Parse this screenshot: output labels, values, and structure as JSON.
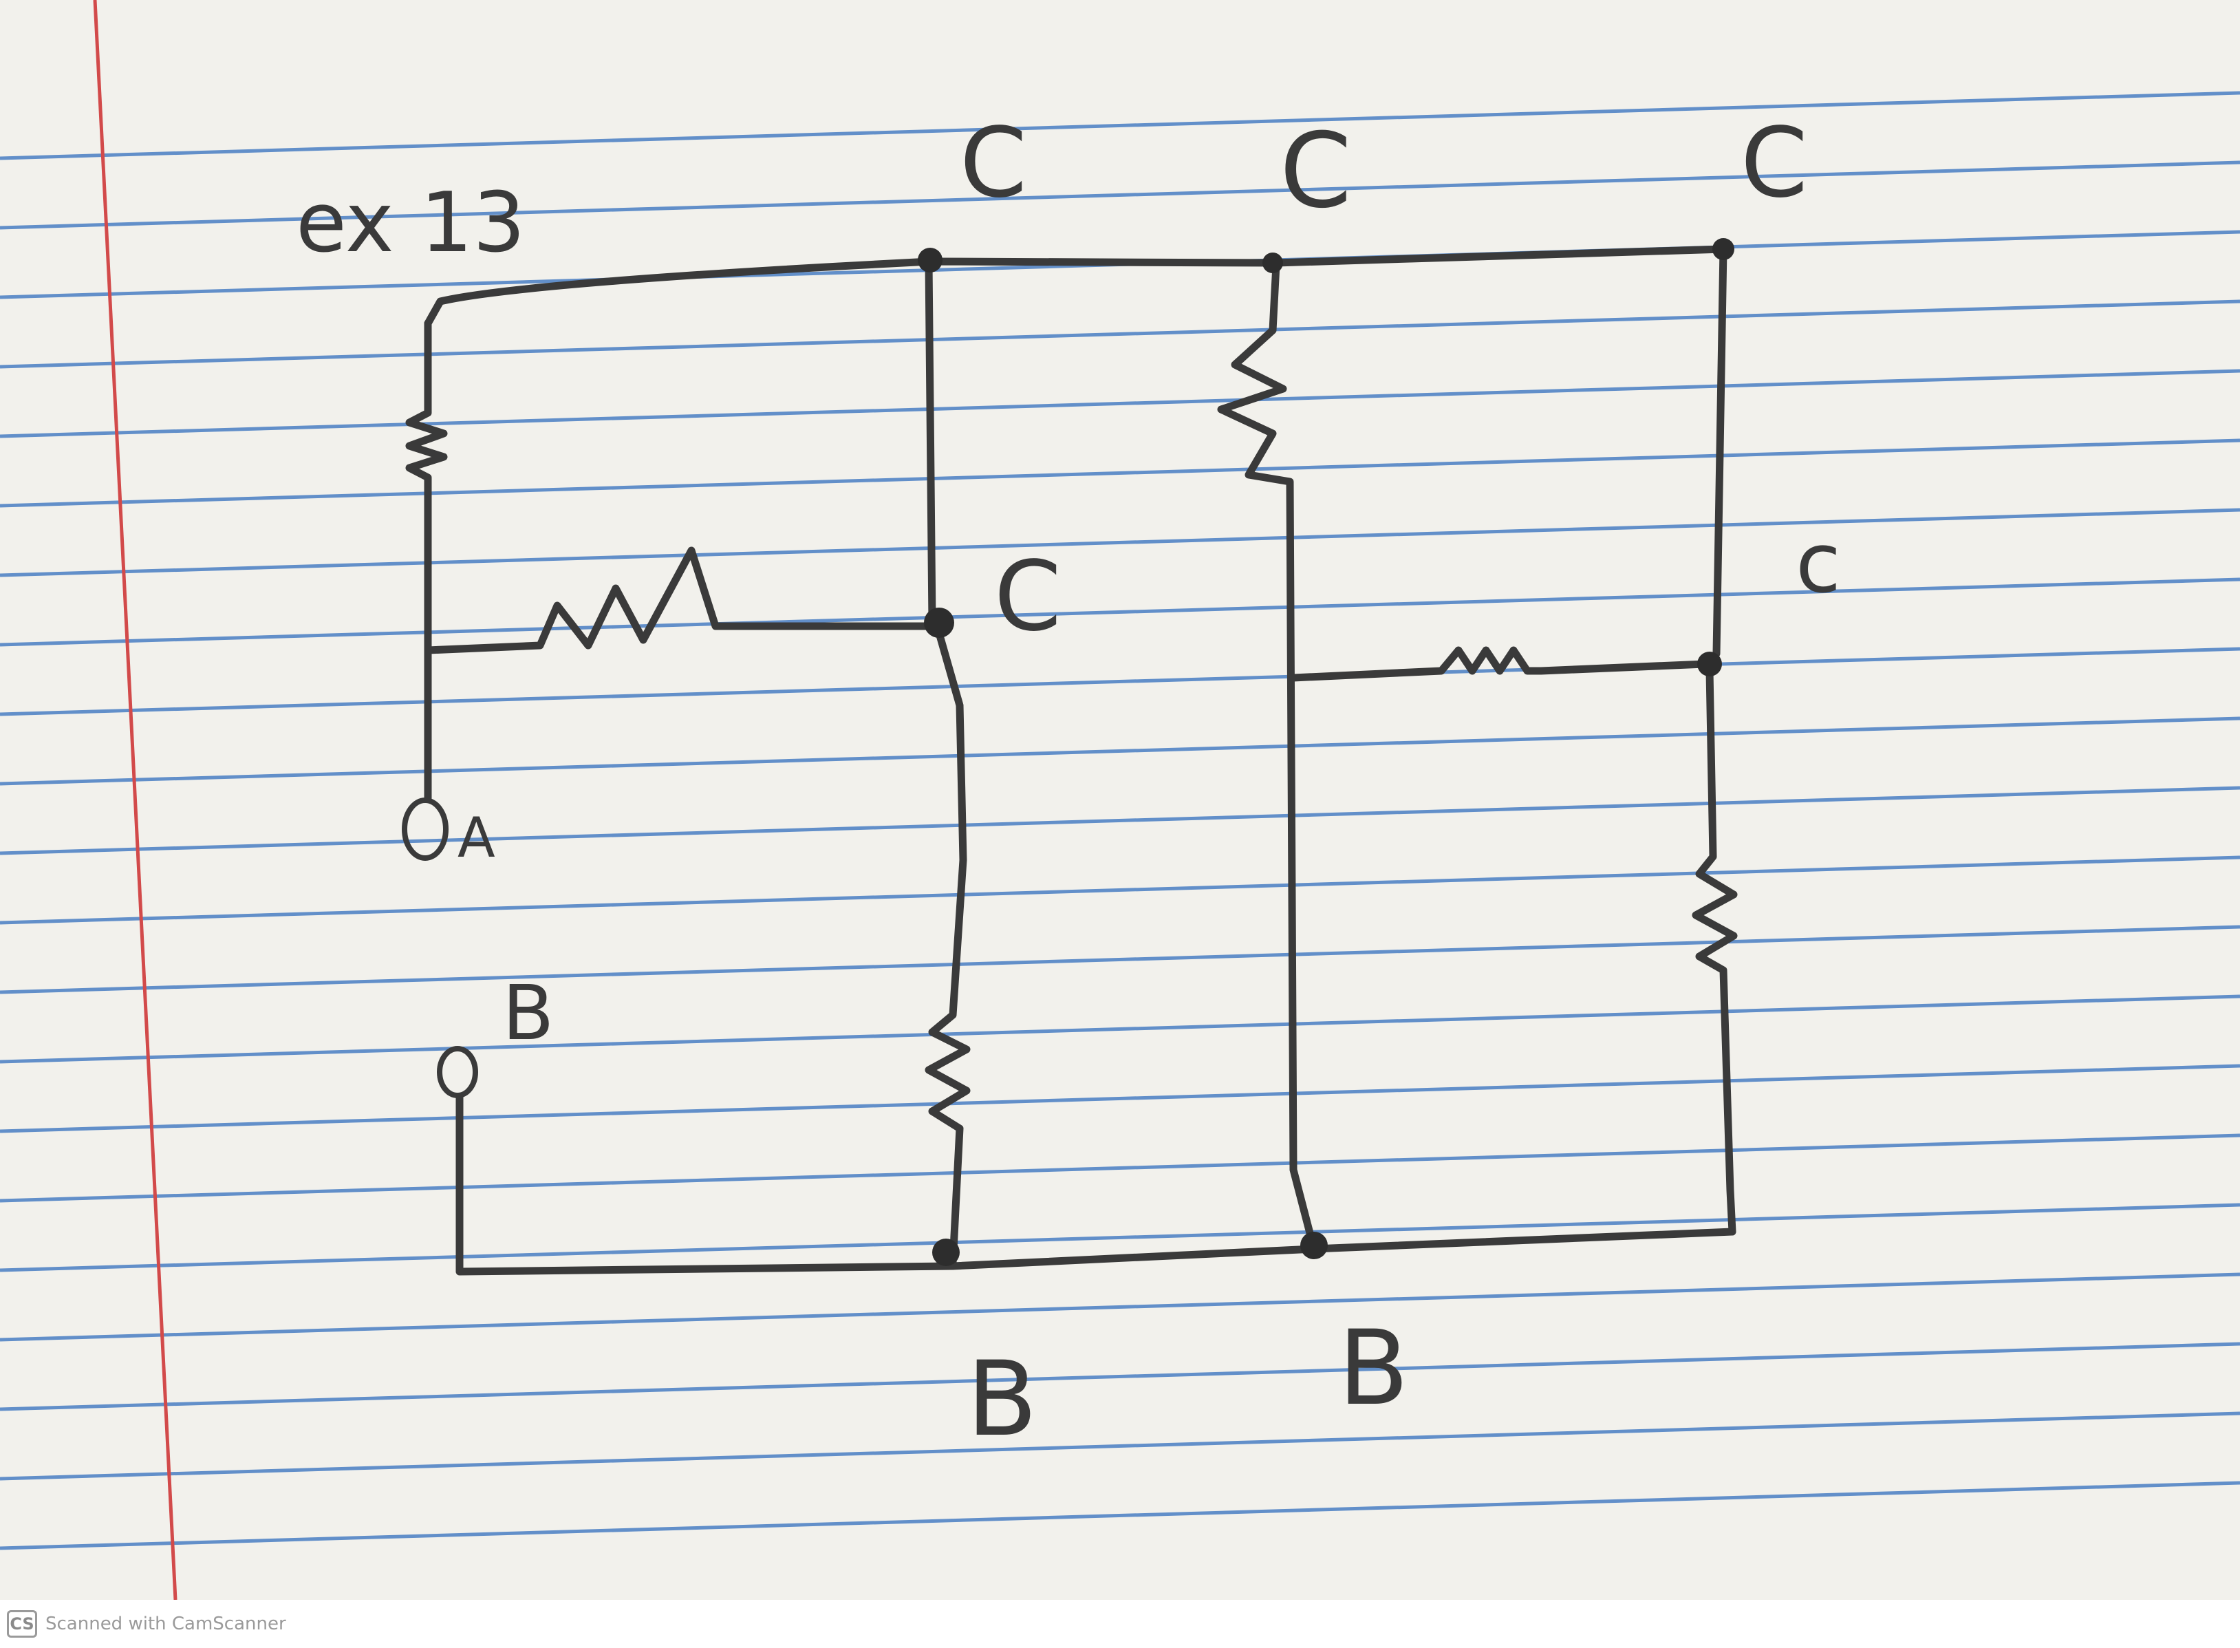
{
  "paper": {
    "background": "#f2f1ec",
    "rule_color": "#4a7fc4",
    "margin_color": "#d24a4a",
    "ink_color": "#3a3a3a"
  },
  "diagram": {
    "title": "ex 13",
    "labels": {
      "top_c1": "C",
      "top_c2": "C",
      "top_c3": "C",
      "mid_c_left": "C",
      "mid_c_right": "c",
      "terminal_a": "A",
      "terminal_b": "B",
      "bottom_b1": "B",
      "bottom_b2": "B"
    },
    "nodes": [
      "C",
      "C",
      "C",
      "C",
      "c",
      "B",
      "B"
    ],
    "terminals": [
      "A",
      "B"
    ]
  },
  "footer": {
    "logo": "CS",
    "text": "Scanned with CamScanner"
  }
}
